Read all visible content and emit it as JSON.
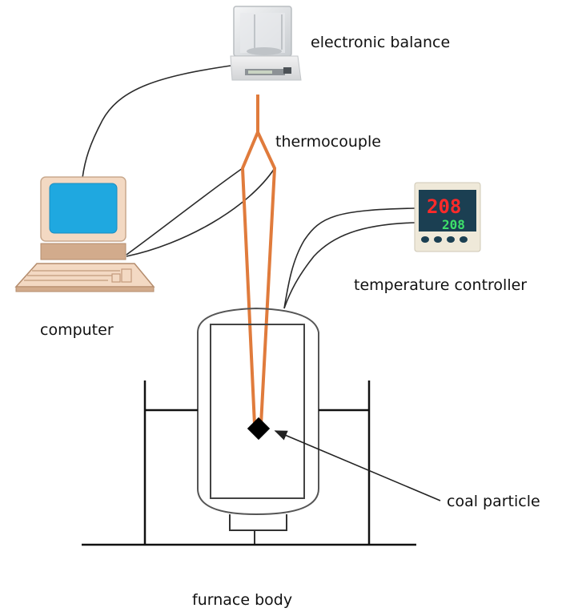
{
  "title": "Coal particle combustion experimental setup",
  "labels": {
    "balance": "electronic balance",
    "thermocouple": "thermocouple",
    "computer": "computer",
    "temp_controller": "temperature controller",
    "coal_particle": "coal particle",
    "furnace": "furnace body"
  },
  "controller_display": {
    "pv": "208",
    "sv": "208"
  },
  "colors": {
    "thermocouple": "#e07b3c",
    "wire": "#2a2a2a",
    "screen": "#1fa8e0",
    "computer_body": "#f3d9c3",
    "computer_base": "#d2ab8c",
    "pv_digits": "#ff2a2a",
    "sv_digits": "#3ee06a",
    "controller_face": "#1b3f52"
  }
}
